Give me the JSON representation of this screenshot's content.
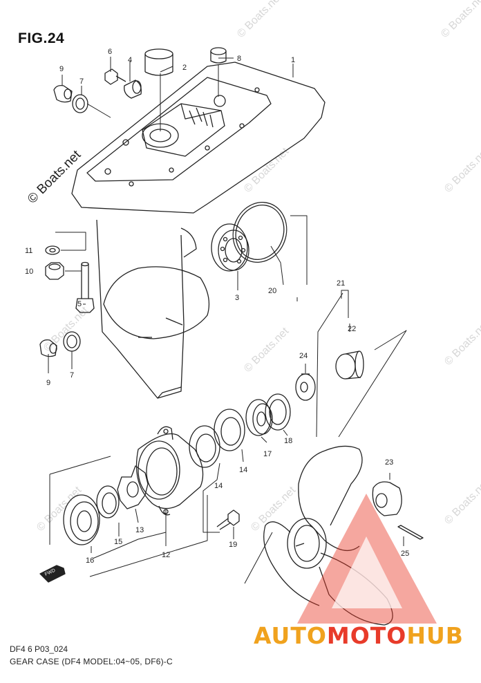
{
  "figure": {
    "title": "FIG.24",
    "code": "DF4 6 P03_024",
    "description": "GEAR CASE (DF4 MODEL:04~05, DF6)-C",
    "credit": "© Boats.net",
    "watermark": "© Boats.net",
    "fwd_label": "FWD"
  },
  "brand": {
    "part1": "AUTO",
    "part2": "MOTO",
    "part3": "HUB",
    "colors": {
      "orange": "#f0a21e",
      "red": "#e83b2a",
      "triangle": "#e83b2a"
    }
  },
  "callouts": [
    {
      "id": "1",
      "label": "1"
    },
    {
      "id": "2",
      "label": "2"
    },
    {
      "id": "3",
      "label": "3"
    },
    {
      "id": "4",
      "label": "4"
    },
    {
      "id": "5",
      "label": "5"
    },
    {
      "id": "6",
      "label": "6"
    },
    {
      "id": "7a",
      "label": "7"
    },
    {
      "id": "7b",
      "label": "7"
    },
    {
      "id": "8",
      "label": "8"
    },
    {
      "id": "9a",
      "label": "9"
    },
    {
      "id": "9b",
      "label": "9"
    },
    {
      "id": "10",
      "label": "10"
    },
    {
      "id": "11",
      "label": "11"
    },
    {
      "id": "12",
      "label": "12"
    },
    {
      "id": "13",
      "label": "13"
    },
    {
      "id": "14a",
      "label": "14"
    },
    {
      "id": "14b",
      "label": "14"
    },
    {
      "id": "15",
      "label": "15"
    },
    {
      "id": "16",
      "label": "16"
    },
    {
      "id": "17",
      "label": "17"
    },
    {
      "id": "18",
      "label": "18"
    },
    {
      "id": "19",
      "label": "19"
    },
    {
      "id": "20",
      "label": "20"
    },
    {
      "id": "21",
      "label": "21"
    },
    {
      "id": "22",
      "label": "22"
    },
    {
      "id": "23",
      "label": "23"
    },
    {
      "id": "24",
      "label": "24"
    },
    {
      "id": "25",
      "label": "25"
    }
  ]
}
